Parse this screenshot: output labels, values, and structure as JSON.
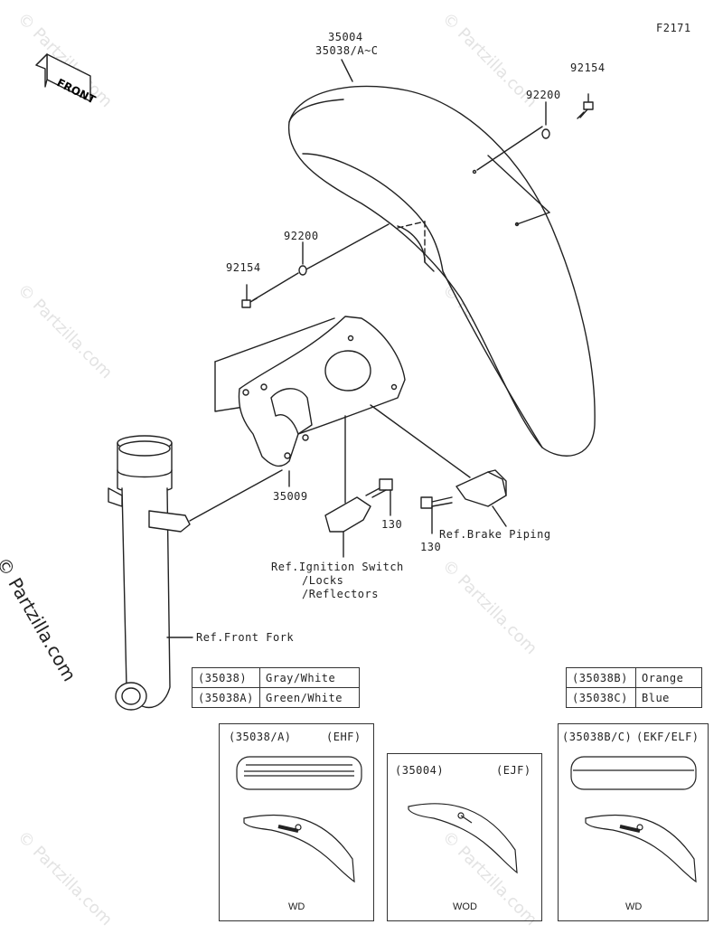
{
  "figure_code": "F2171",
  "front_label": "FRONT",
  "watermark_small": "© Partzilla.com",
  "watermark_side": "© Partzilla.com",
  "parts": {
    "fender_a": "35004",
    "fender_b": "35038/A~C",
    "bolt_upper": "92154",
    "washer_upper": "92200",
    "washer_lower": "92200",
    "bolt_lower": "92154",
    "bracket": "35009",
    "bolt_130_a": "130",
    "bolt_130_b": "130"
  },
  "refs": {
    "brake_piping": "Ref.Brake Piping",
    "ignition_1": "Ref.Ignition Switch",
    "ignition_2": "/Locks",
    "ignition_3": "/Reflectors",
    "front_fork": "Ref.Front Fork"
  },
  "color_table_left": [
    {
      "code": "(35038)",
      "color": "Gray/White"
    },
    {
      "code": "(35038A)",
      "color": "Green/White"
    }
  ],
  "color_table_right": [
    {
      "code": "(35038B)",
      "color": "Orange"
    },
    {
      "code": "(35038C)",
      "color": "Blue"
    }
  ],
  "panels": [
    {
      "code": "(35038/A)",
      "variant": "(EHF)",
      "tag": "WD"
    },
    {
      "code": "(35004)",
      "variant": "(EJF)",
      "tag": "WOD"
    },
    {
      "code": "(35038B/C)",
      "variant": "(EKF/ELF)",
      "tag": "WD"
    }
  ]
}
